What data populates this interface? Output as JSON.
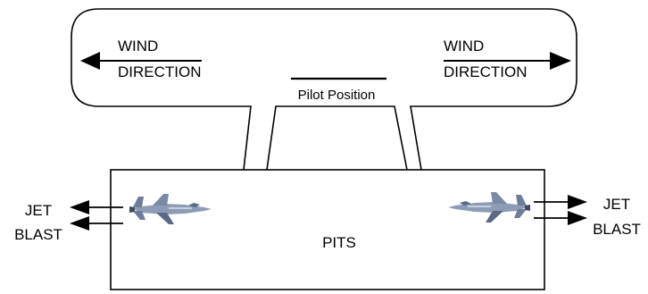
{
  "diagram": {
    "wind_left": [
      "WIND",
      "DIRECTION"
    ],
    "wind_right": [
      "WIND",
      "DIRECTION"
    ],
    "pilot_position": "Pilot Position",
    "jet_blast_left": [
      "JET",
      "BLAST"
    ],
    "jet_blast_right": [
      "JET",
      "BLAST"
    ],
    "pits": "PITS",
    "icons": {
      "wind_left": "arrow-left-icon",
      "wind_right": "arrow-right-icon",
      "jet_left": "fighter-jet-icon",
      "jet_right": "fighter-jet-icon"
    },
    "colors": {
      "stroke": "#000000",
      "jet_body": "#8d9cb4",
      "jet_dark": "#5a6a84",
      "jet_light": "#c7d0de"
    }
  }
}
